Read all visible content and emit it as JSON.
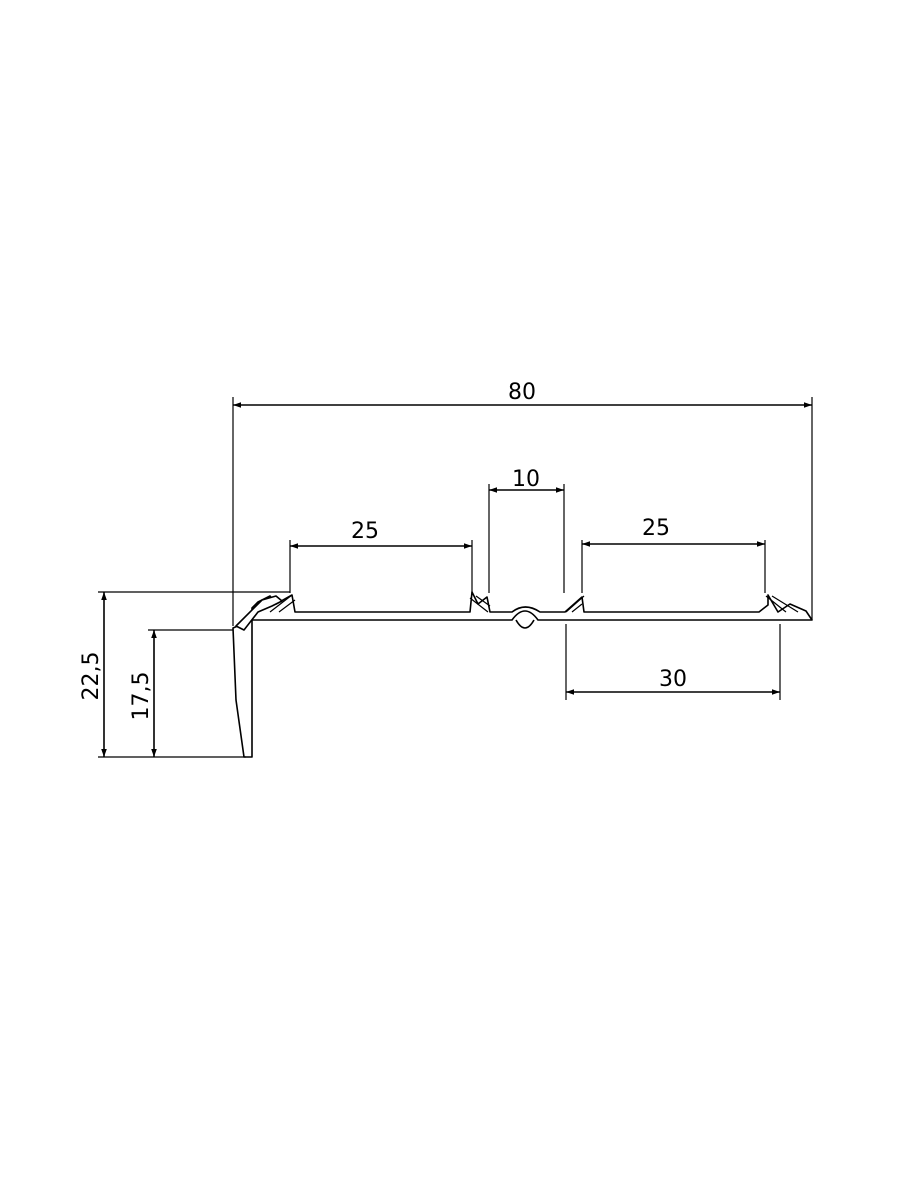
{
  "drawing": {
    "colors": {
      "line": "#000000",
      "background": "#ffffff"
    },
    "dimensions": {
      "overall_width": "80",
      "left_channel": "25",
      "center_gap": "10",
      "right_channel": "25",
      "right_bottom": "30",
      "total_height": "22,5",
      "leg_height": "17,5"
    }
  }
}
